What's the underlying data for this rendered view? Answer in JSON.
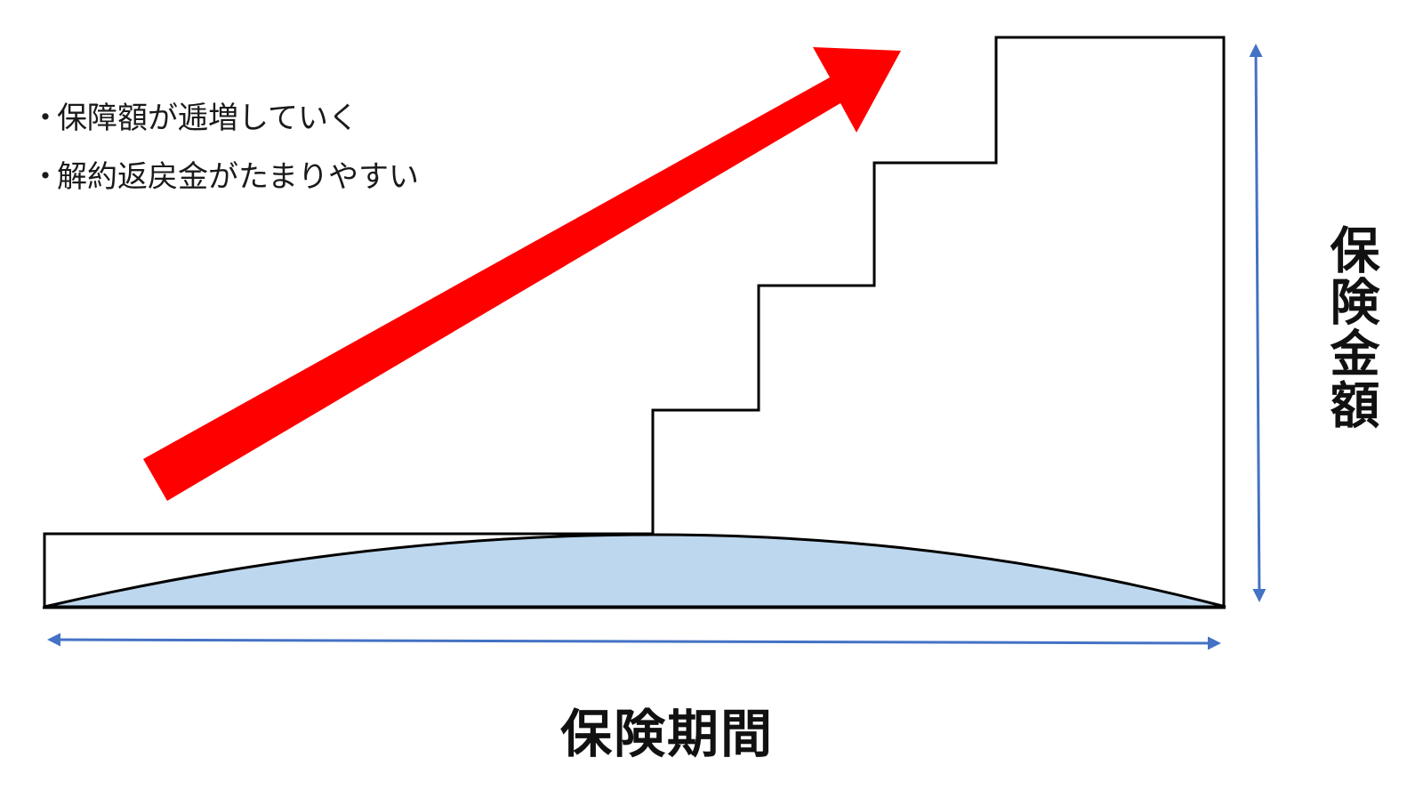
{
  "bullets": [
    "保障額が逓増していく",
    "解約返戻金がたまりやすい"
  ],
  "bullet_mark": "・",
  "axes": {
    "x_label": "保険期間",
    "y_label": "保険金額"
  },
  "colors": {
    "growth_arrow": "#ff0000",
    "axis_arrow": "#4472c4",
    "surrender_value_fill": "#bdd7ee",
    "outline": "#000000"
  },
  "icons": {
    "growth_arrow": "up-right-arrow-icon",
    "x_axis_arrow": "double-headed-horizontal-arrow-icon",
    "y_axis_arrow": "double-headed-vertical-arrow-icon"
  }
}
